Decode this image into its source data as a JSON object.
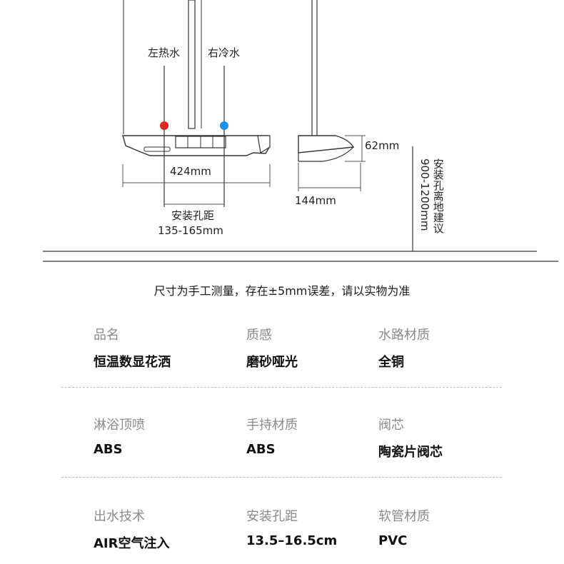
{
  "diagram": {
    "hot_label": "左热水",
    "cold_label": "右冷水",
    "width_label": "424mm",
    "hole_label": "安装孔距",
    "hole_range": "135-165mm",
    "height_label": "62mm",
    "depth_label": "144mm",
    "floor_label": "安装孔离地建议",
    "floor_range": "900-1200mm",
    "hot_color": "#e8231b",
    "cold_color": "#1e90e8"
  },
  "notice": "尺寸为手工测量，存在±5mm误差，请以实物为准",
  "specs": [
    [
      {
        "label": "品名",
        "value": "恒温数显花洒"
      },
      {
        "label": "质感",
        "value": "磨砂哑光"
      },
      {
        "label": "水路材质",
        "value": "全铜"
      }
    ],
    [
      {
        "label": "淋浴顶喷",
        "value": "ABS"
      },
      {
        "label": "手持材质",
        "value": "ABS"
      },
      {
        "label": "阀芯",
        "value": "陶瓷片阀芯"
      }
    ],
    [
      {
        "label": "出水技术",
        "value": "AIR空气注入"
      },
      {
        "label": "安装孔距",
        "value": "13.5–16.5cm"
      },
      {
        "label": "软管材质",
        "value": "PVC"
      }
    ]
  ]
}
